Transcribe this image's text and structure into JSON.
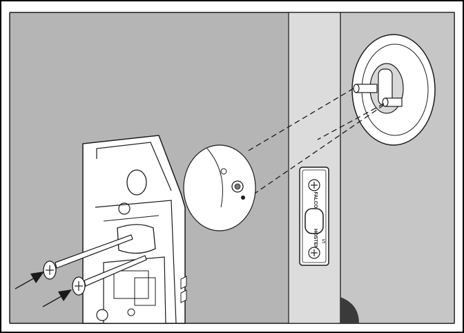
{
  "illustration": {
    "strike_plate_text_top": "FALCON",
    "strike_plate_text_bottom": "HOSTEM",
    "strike_plate_small_letter": "S"
  },
  "colors": {
    "wall": "#b5b5b5",
    "door_edge": "#d9d9d9",
    "door_face": "#cfcfcf",
    "outline": "#1a1a1a",
    "part_fill": "#ffffff",
    "frame": "#000000"
  }
}
